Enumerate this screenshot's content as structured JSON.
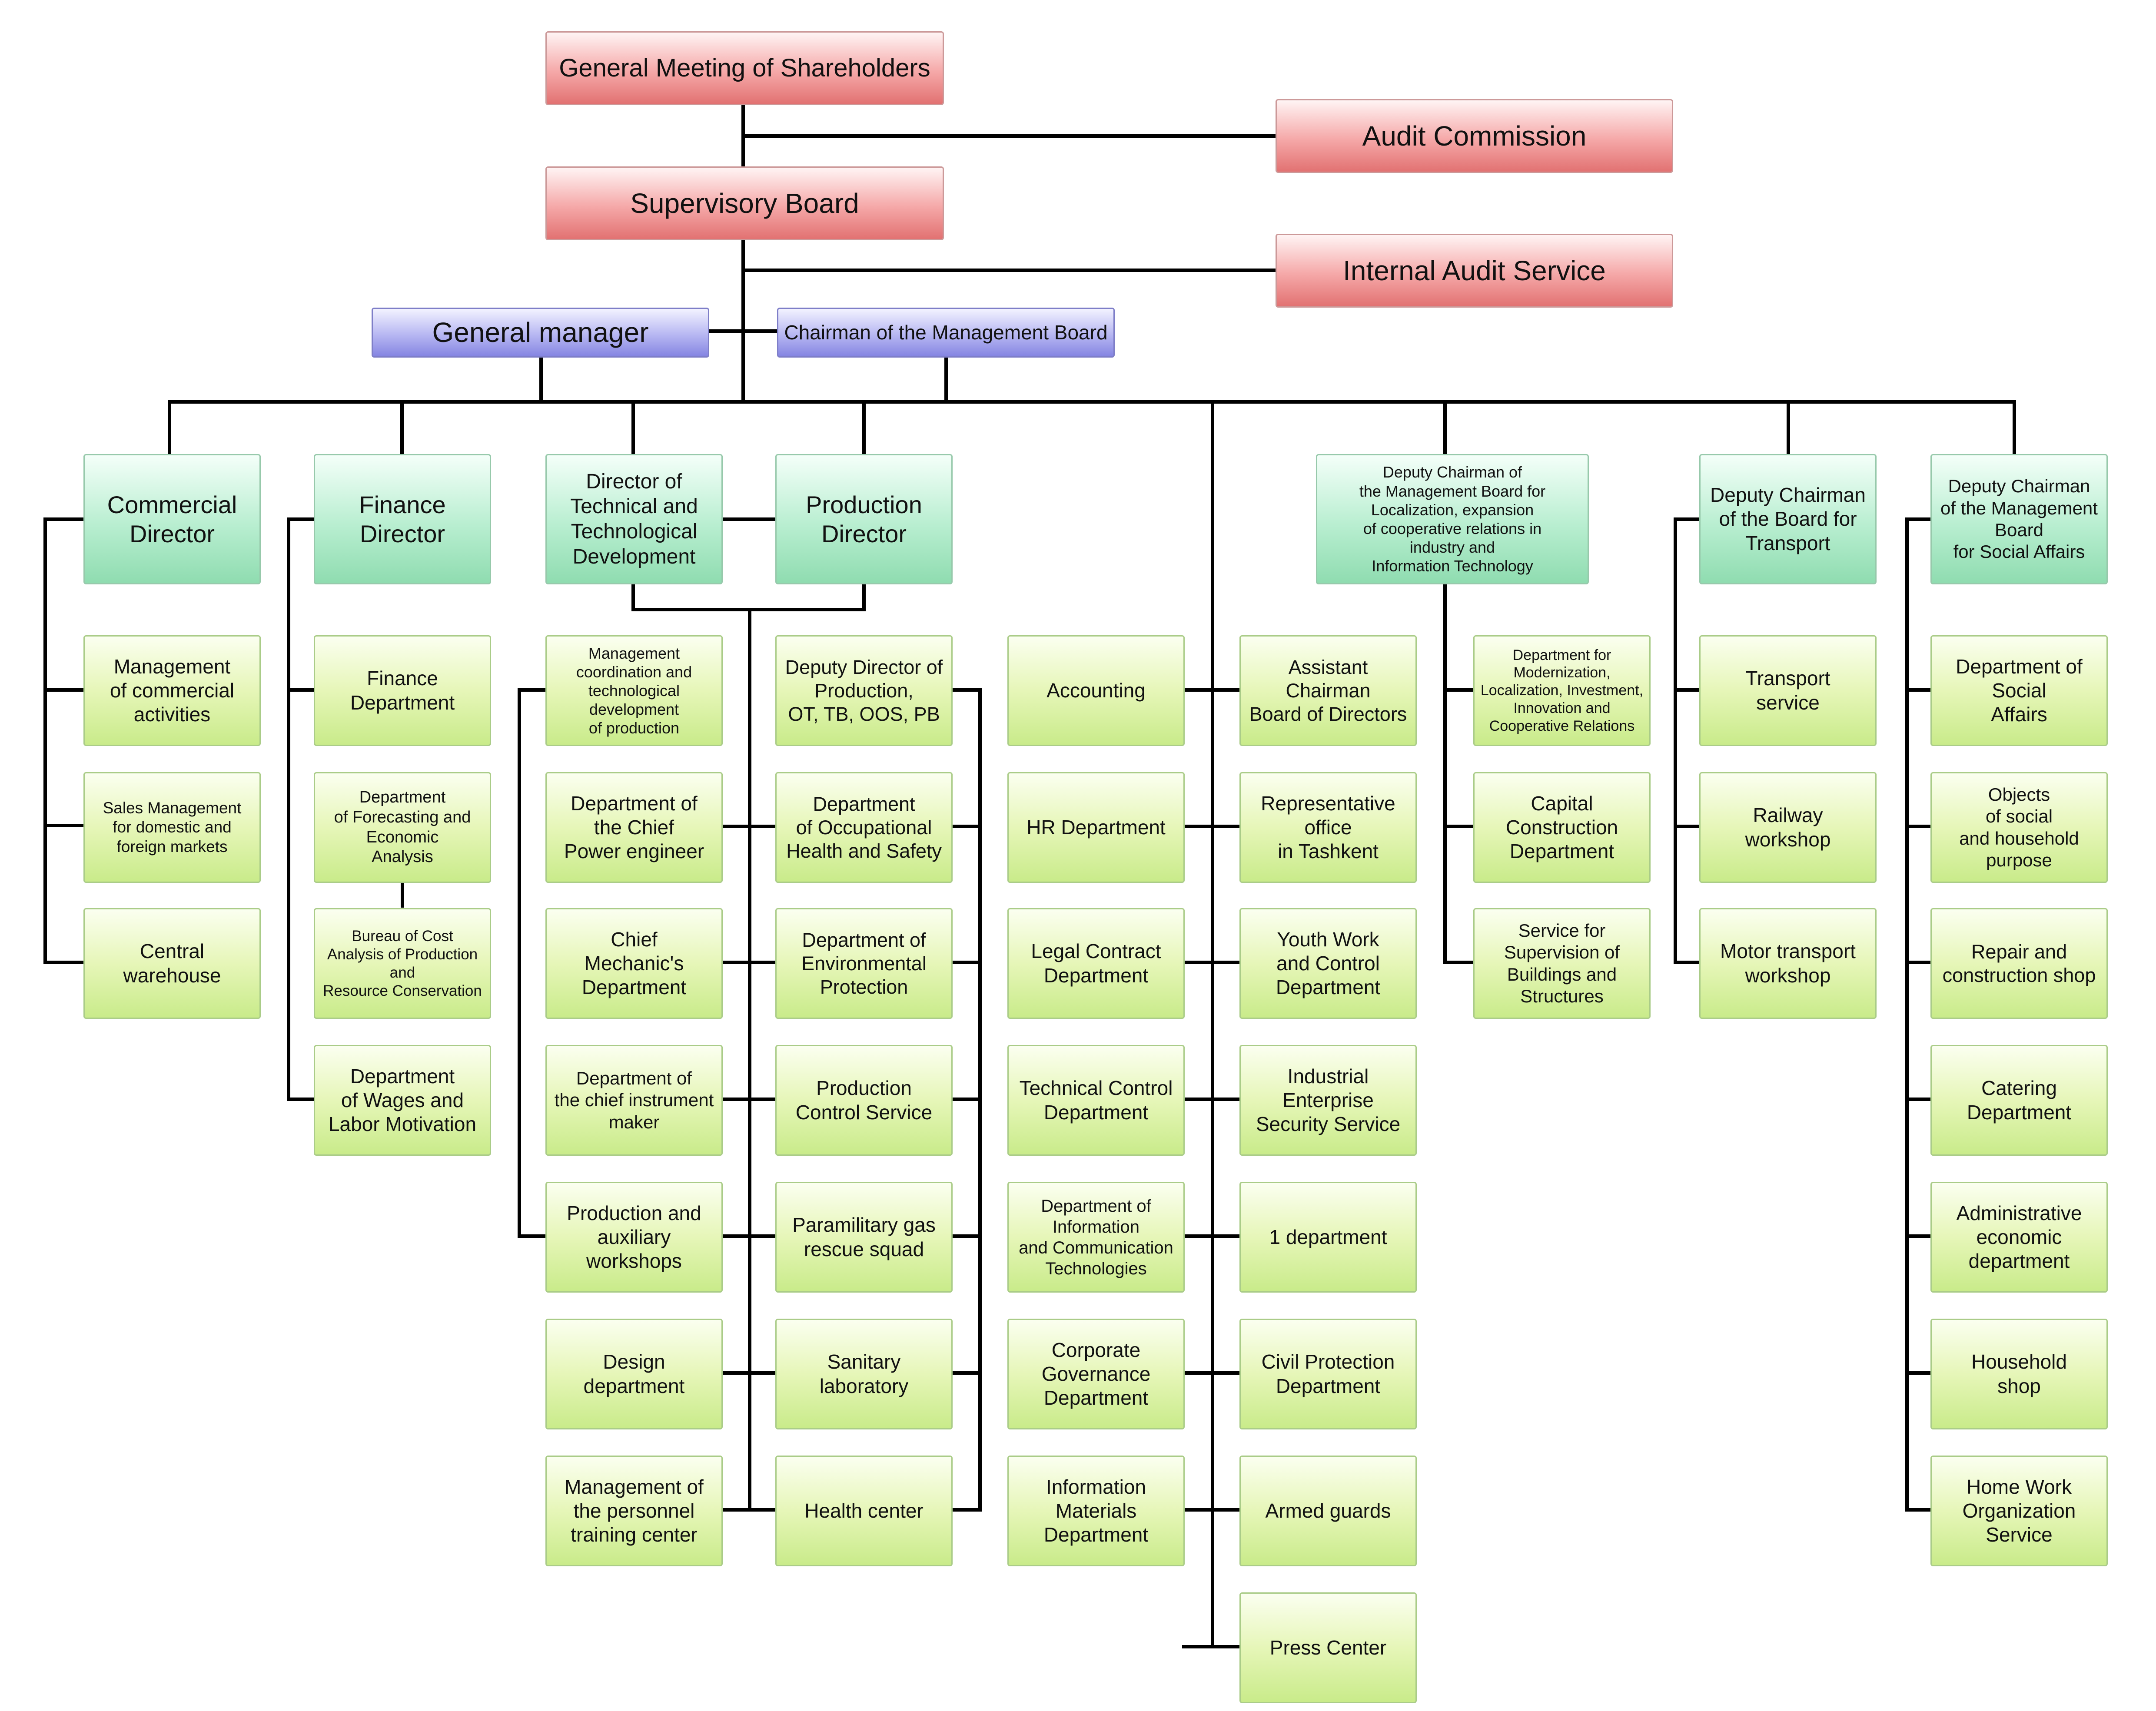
{
  "top": {
    "shareholders": "General Meeting of Shareholders",
    "audit_commission": "Audit Commission",
    "supervisory_board": "Supervisory Board",
    "internal_audit": "Internal Audit Service",
    "general_manager": "General manager",
    "chairman": "Chairman of the Management Board"
  },
  "heads": {
    "commercial": "Commercial\nDirector",
    "finance": "Finance\nDirector",
    "technical": "Director of\nTechnical and\nTechnological\nDevelopment",
    "production": "Production\nDirector",
    "localization": "Deputy Chairman of\nthe Management Board for\nLocalization, expansion\nof cooperative relations in\nindustry and\nInformation Technology",
    "transport": "Deputy Chairman\nof the Board for\nTransport",
    "social": "Deputy Chairman\nof the Management\nBoard\nfor Social Affairs"
  },
  "units": {
    "commercial": [
      "Management\nof commercial\nactivities",
      "Sales Management\nfor domestic and\nforeign markets",
      "Central\nwarehouse"
    ],
    "finance": [
      "Finance\nDepartment",
      "Department\nof Forecasting and\nEconomic\nAnalysis",
      "Bureau of Cost\nAnalysis of Production\nand\nResource Conservation",
      "Department\nof Wages and\nLabor Motivation"
    ],
    "technical": [
      "Management\ncoordination and\ntechnological\ndevelopment\nof production",
      "Department of\nthe Chief\nPower engineer",
      "Chief\nMechanic's\nDepartment",
      "Department of\nthe chief instrument\nmaker",
      "Production and\nauxiliary\nworkshops",
      "Design\ndepartment",
      "Management of\nthe personnel\ntraining center"
    ],
    "production": [
      "Deputy Director of\nProduction,\nOT, TB, OOS, PB",
      "Department\nof Occupational\nHealth and Safety",
      "Department of\nEnvironmental\nProtection",
      "Production\nControl Service",
      "Paramilitary gas\nrescue squad",
      "Sanitary\nlaboratory",
      "Health center"
    ],
    "chairman_left": [
      "Accounting",
      "HR Department",
      "Legal Contract\nDepartment",
      "Technical Control\nDepartment",
      "Department of\nInformation\nand Communication\nTechnologies",
      "Corporate\nGovernance\nDepartment",
      "Information\nMaterials\nDepartment"
    ],
    "chairman_right": [
      "Assistant\nChairman\nBoard of Directors",
      "Representative\noffice\nin Tashkent",
      "Youth Work\nand Control\nDepartment",
      "Industrial\nEnterprise\nSecurity Service",
      "1 department",
      "Civil Protection\nDepartment",
      "Armed guards",
      "Press Center"
    ],
    "localization": [
      "Department for\nModernization,\nLocalization, Investment,\nInnovation and\nCooperative Relations",
      "Capital\nConstruction\nDepartment",
      "Service for\nSupervision of\nBuildings and\nStructures"
    ],
    "transport": [
      "Transport\nservice",
      "Railway\nworkshop",
      "Motor transport\nworkshop"
    ],
    "social": [
      "Department of\nSocial\nAffairs",
      "Objects\nof social\nand household\npurpose",
      "Repair and\nconstruction shop",
      "Catering\nDepartment",
      "Administrative\neconomic\ndepartment",
      "Household\nshop",
      "Home Work\nOrganization\nService"
    ]
  }
}
